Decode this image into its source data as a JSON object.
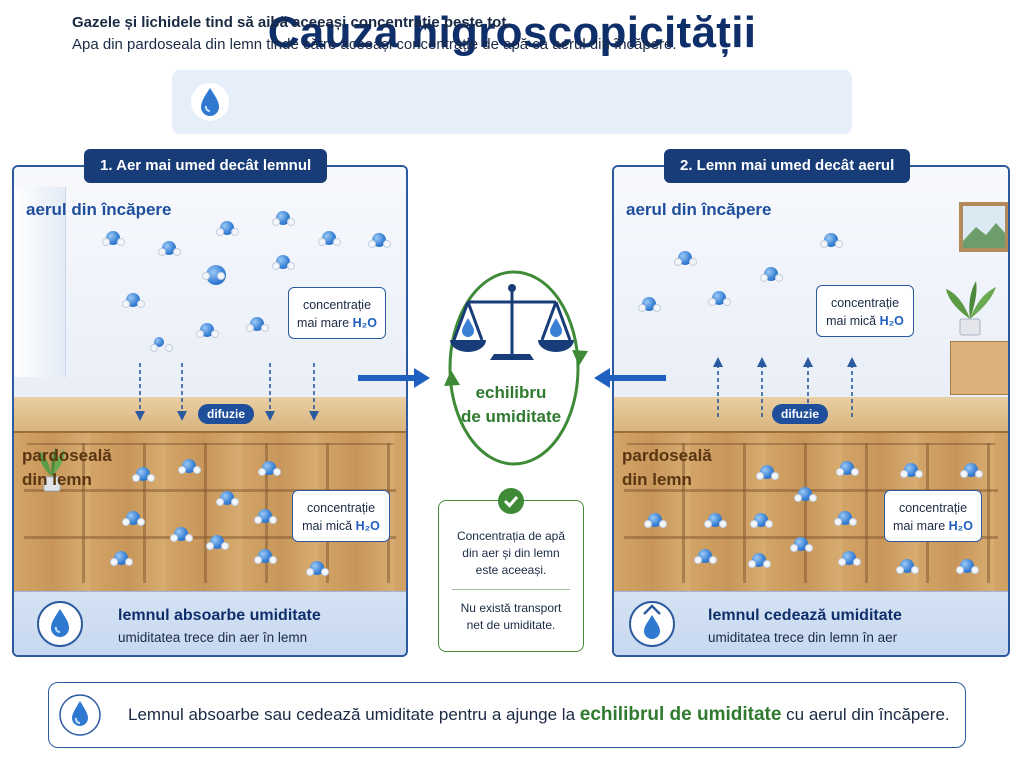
{
  "title": "Cauza higroscopicității",
  "intro": {
    "line1": "Gazele și lichidele tind să aibă aceeași concentrație peste tot.",
    "line2": "Apa din pardoseala din lemn tinde către aceeași concentrație de apă ca aerul din încăpere."
  },
  "left_panel": {
    "tab": "1. Aer mai umed decât lemnul",
    "air_label": "aerul din încăpere",
    "air_conc": {
      "l1": "concentrație",
      "l2": "mai mare",
      "h2o": "H₂O"
    },
    "diffusion": "difuzie",
    "wood_label_1": "pardoseală",
    "wood_label_2": "din lemn",
    "wood_conc": {
      "l1": "concentrație",
      "l2": "mai mică",
      "h2o": "H₂O"
    },
    "band_title": "lemnul absoarbe umiditate",
    "band_sub": "umiditatea trece din aer în lemn"
  },
  "right_panel": {
    "tab": "2. Lemn mai umed decât aerul",
    "air_label": "aerul din încăpere",
    "air_conc": {
      "l1": "concentrație",
      "l2": "mai mică",
      "h2o": "H₂O"
    },
    "diffusion": "difuzie",
    "wood_label_1": "pardoseală",
    "wood_label_2": "din lemn",
    "wood_conc": {
      "l1": "concentrație",
      "l2": "mai mare",
      "h2o": "H₂O"
    },
    "band_title": "lemnul cedează umiditate",
    "band_sub": "umiditatea trece din lemn în aer"
  },
  "center": {
    "line1": "echilibru",
    "line2": "de umiditate",
    "info1_l1": "Concentrația de apă",
    "info1_l2": "din aer și din lemn",
    "info1_l3": "este aceeași.",
    "info2_l1": "Nu există transport",
    "info2_l2": "net de umiditate."
  },
  "summary": {
    "before": "Lemnul absoarbe sau cedează umiditate pentru a ajunge la",
    "highlight": "echilibrul de umiditate",
    "after": "cu aerul din încăpere."
  },
  "colors": {
    "title": "#0f2f6b",
    "panel_border": "#2c5aa0",
    "tab_bg": "#173c78",
    "green": "#2f7a2f",
    "water": "#3b82d6",
    "wood": "#c8965a"
  }
}
